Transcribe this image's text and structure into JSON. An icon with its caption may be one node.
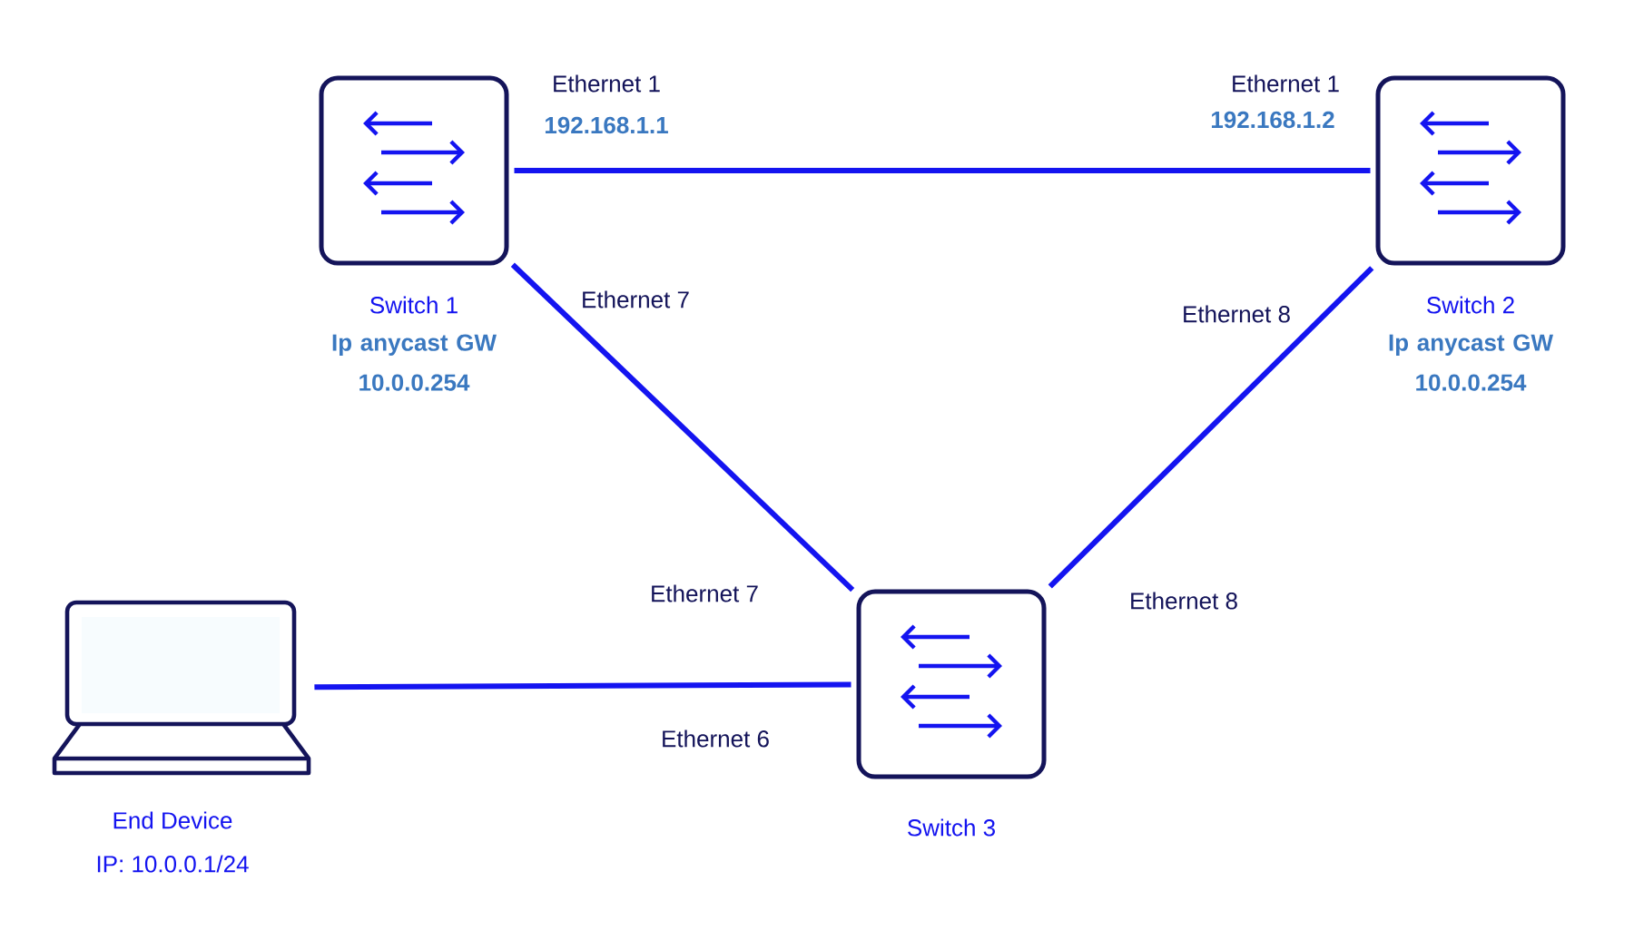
{
  "diagram": {
    "nodes": [
      {
        "text": [
          "Switch 1",
          "Ip anycast GW 10.0.0.254"
        ]
      },
      {
        "text": [
          "Switch 2",
          "Ip anycast GW 10.0.0.254"
        ]
      },
      {
        "text": [
          "End Device",
          "IP: 10.0.0.1/24"
        ]
      },
      {
        "text": [
          "Switch 3"
        ]
      }
    ],
    "edges": [
      {
        "from": 0,
        "to": 1,
        "arrow": "none"
      },
      {
        "from": 0,
        "to": 3,
        "arrow": "none"
      },
      {
        "from": 1,
        "to": 3,
        "arrow": "none"
      },
      {
        "from": 2,
        "to": 3,
        "arrow": "none"
      }
    ],
    "labels": [
      "Ethernet 1",
      "192.168.1.1",
      "Ethernet 1",
      "192.168.1.2",
      "Ethernet 7",
      "Ethernet 8",
      "Ethernet 7",
      "Ethernet 8",
      "Ethernet 6"
    ]
  }
}
